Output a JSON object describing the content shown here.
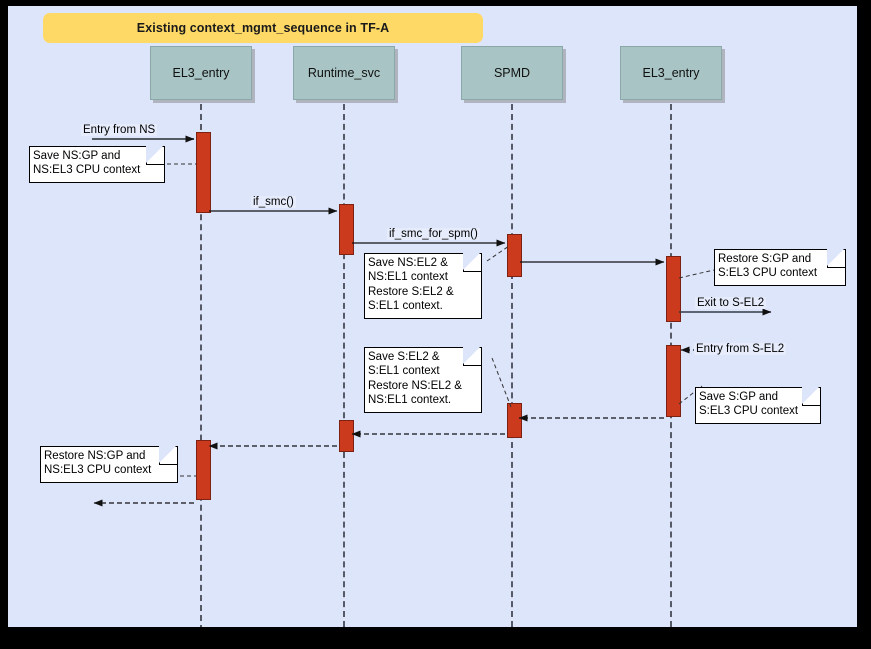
{
  "diagram": {
    "title": "Existing context_mgmt_sequence in TF-A",
    "type": "uml-sequence-diagram",
    "colors": {
      "canvas_background": "#dde5fa",
      "frame_border": "#000000",
      "title_banner": "#ffd966",
      "participant_box": "#a8c4c4",
      "activation_bar": "#cc3a1e",
      "note_background": "#ffffff",
      "lifeline": "#555a66"
    }
  },
  "participants": [
    {
      "id": "el3_entry_ns",
      "label": "EL3_entry"
    },
    {
      "id": "runtime_svc",
      "label": "Runtime_svc"
    },
    {
      "id": "spmd",
      "label": "SPMD"
    },
    {
      "id": "el3_entry_s",
      "label": "EL3_entry"
    }
  ],
  "messages": [
    {
      "id": "m1",
      "label": "Entry from NS",
      "from": "external",
      "to": "el3_entry_ns",
      "style": "solid"
    },
    {
      "id": "m2",
      "label": "if_smc()",
      "from": "el3_entry_ns",
      "to": "runtime_svc",
      "style": "solid"
    },
    {
      "id": "m3",
      "label": "if_smc_for_spm()",
      "from": "runtime_svc",
      "to": "spmd",
      "style": "solid"
    },
    {
      "id": "m4",
      "label": "",
      "from": "spmd",
      "to": "el3_entry_s",
      "style": "solid"
    },
    {
      "id": "m5",
      "label": "Exit to S-EL2",
      "from": "el3_entry_s",
      "to": "external",
      "style": "solid"
    },
    {
      "id": "m6",
      "label": "Entry from S-EL2",
      "from": "external",
      "to": "el3_entry_s",
      "style": "dashed"
    },
    {
      "id": "m7",
      "label": "",
      "from": "el3_entry_s",
      "to": "spmd",
      "style": "dashed"
    },
    {
      "id": "m8",
      "label": "",
      "from": "spmd",
      "to": "runtime_svc",
      "style": "dashed"
    },
    {
      "id": "m9",
      "label": "",
      "from": "runtime_svc",
      "to": "el3_entry_ns",
      "style": "dashed"
    },
    {
      "id": "m10",
      "label": "",
      "from": "el3_entry_ns",
      "to": "external",
      "style": "dashed"
    }
  ],
  "notes": [
    {
      "id": "n1",
      "attached_to": "el3_entry_ns",
      "text": "Save NS:GP and\nNS:EL3 CPU context"
    },
    {
      "id": "n2",
      "attached_to": "spmd",
      "text": "Save NS:EL2 &\nNS:EL1 context\nRestore S:EL2 &\nS:EL1 context."
    },
    {
      "id": "n3",
      "attached_to": "el3_entry_s",
      "text": "Restore S:GP and\nS:EL3 CPU context"
    },
    {
      "id": "n4",
      "attached_to": "spmd",
      "text": "Save S:EL2 &\nS:EL1 context\nRestore NS:EL2 &\nNS:EL1 context."
    },
    {
      "id": "n5",
      "attached_to": "el3_entry_s",
      "text": "Save S:GP and\nS:EL3 CPU context"
    },
    {
      "id": "n6",
      "attached_to": "el3_entry_ns",
      "text": "Restore NS:GP and\nNS:EL3 CPU context"
    }
  ]
}
